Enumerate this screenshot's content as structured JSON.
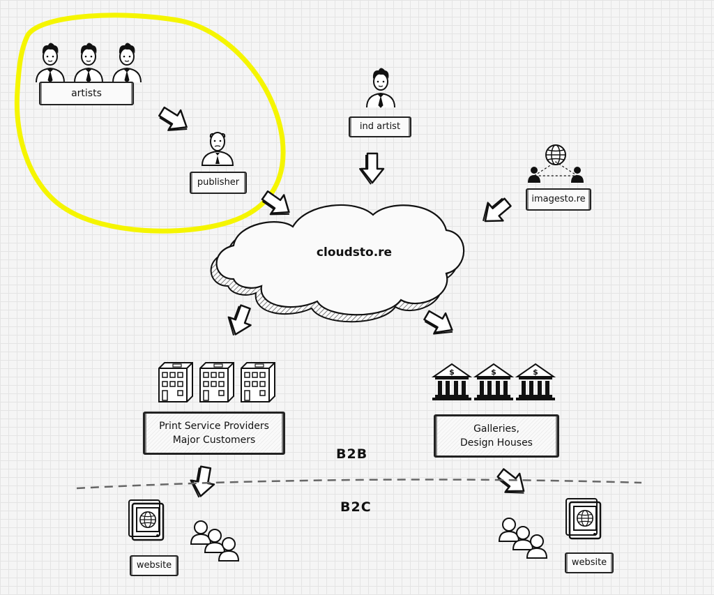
{
  "nodes": {
    "artists": "artists",
    "publisher": "publisher",
    "ind_artist": "ind artist",
    "imagestore": "imagesto.re",
    "cloud": "cloudsto.re",
    "print_line1": "Print Service Providers",
    "print_line2": "Major Customers",
    "galleries_line1": "Galleries,",
    "galleries_line2": "Design Houses",
    "website_left": "website",
    "website_right": "website"
  },
  "zones": {
    "b2b": "B2B",
    "b2c": "B2C"
  },
  "colors": {
    "highlight": "#f5f500",
    "ink": "#111111"
  },
  "icons": [
    "person-icon",
    "publisher-icon",
    "globe-icon",
    "building-icon",
    "bank-icon",
    "user-group-icon",
    "arrow-icon",
    "cloud-icon"
  ]
}
